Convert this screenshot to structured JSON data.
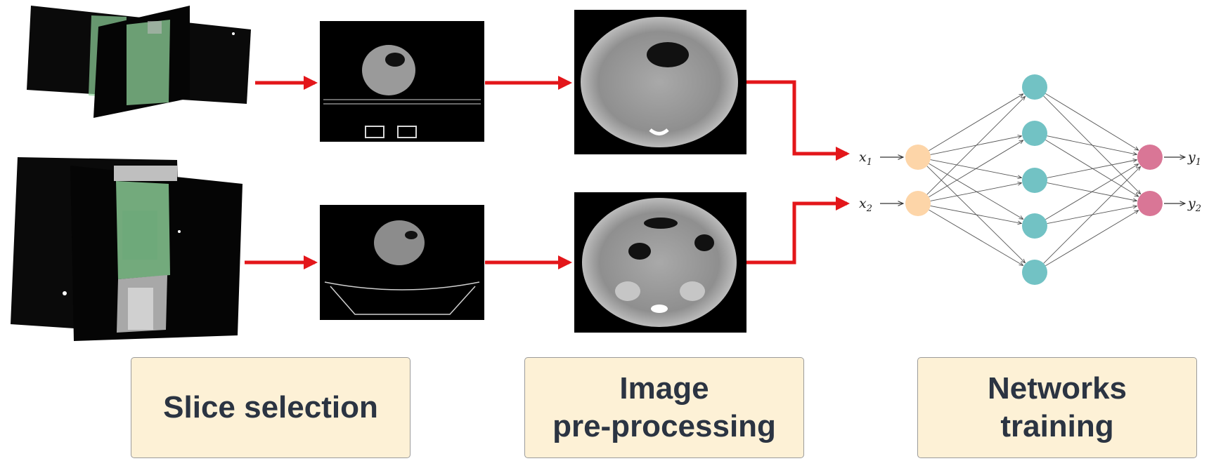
{
  "stages": [
    {
      "label": "Slice selection"
    },
    {
      "label": "Image\npre-processing"
    },
    {
      "label": "Networks\ntraining"
    }
  ],
  "network": {
    "inputs": [
      {
        "var": "x",
        "sub": "1"
      },
      {
        "var": "x",
        "sub": "2"
      }
    ],
    "outputs": [
      {
        "var": "y",
        "sub": "1"
      },
      {
        "var": "y",
        "sub": "2"
      }
    ],
    "hidden_node_count": 5,
    "colors": {
      "input": "#fdd5a8",
      "hidden": "#72c2c4",
      "output": "#d97696"
    }
  },
  "colors": {
    "arrow": "#e3161a",
    "mask": "#8fd39a",
    "panel": "#000000",
    "box_fill": "#fdf1d6"
  }
}
